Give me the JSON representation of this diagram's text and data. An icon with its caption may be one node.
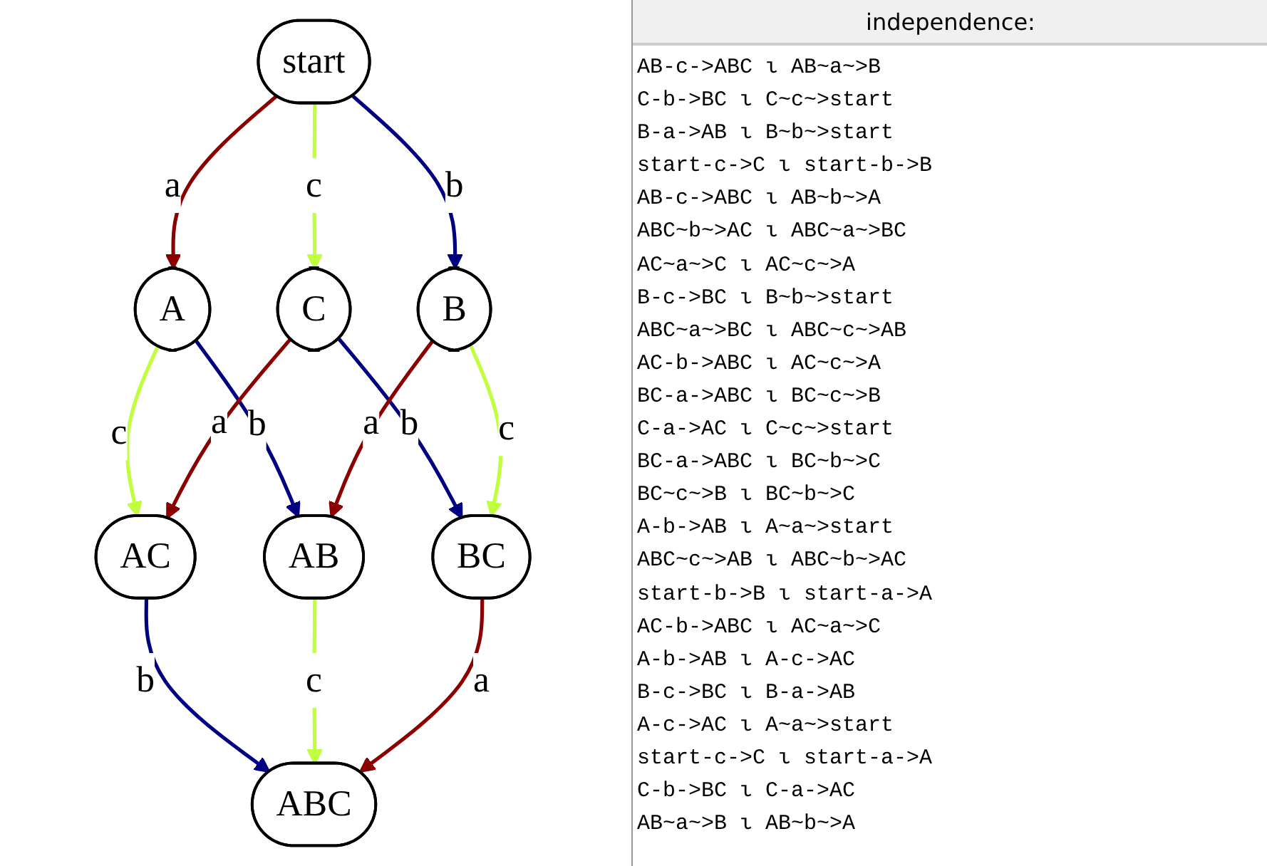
{
  "diagram": {
    "nodes": [
      {
        "text": [
          "start"
        ]
      },
      {
        "text": [
          "A"
        ]
      },
      {
        "text": [
          "C"
        ]
      },
      {
        "text": [
          "B"
        ]
      },
      {
        "text": [
          "AC"
        ]
      },
      {
        "text": [
          "AB"
        ]
      },
      {
        "text": [
          "BC"
        ]
      },
      {
        "text": [
          "ABC"
        ]
      }
    ],
    "edges": [
      {
        "from": 0,
        "to": 1,
        "arrow": "to",
        "label": "a",
        "color": "#8b0000"
      },
      {
        "from": 0,
        "to": 2,
        "arrow": "to",
        "label": "c",
        "color": "#c0ff3e"
      },
      {
        "from": 0,
        "to": 3,
        "arrow": "to",
        "label": "b",
        "color": "#000080"
      },
      {
        "from": 1,
        "to": 4,
        "arrow": "to",
        "label": "c",
        "color": "#c0ff3e"
      },
      {
        "from": 1,
        "to": 5,
        "arrow": "to",
        "label": "b",
        "color": "#000080"
      },
      {
        "from": 2,
        "to": 4,
        "arrow": "to",
        "label": "a",
        "color": "#8b0000"
      },
      {
        "from": 2,
        "to": 6,
        "arrow": "to",
        "label": "b",
        "color": "#000080"
      },
      {
        "from": 3,
        "to": 5,
        "arrow": "to",
        "label": "a",
        "color": "#8b0000"
      },
      {
        "from": 3,
        "to": 6,
        "arrow": "to",
        "label": "c",
        "color": "#c0ff3e"
      },
      {
        "from": 4,
        "to": 7,
        "arrow": "to",
        "label": "b",
        "color": "#000080"
      },
      {
        "from": 5,
        "to": 7,
        "arrow": "to",
        "label": "c",
        "color": "#c0ff3e"
      },
      {
        "from": 6,
        "to": 7,
        "arrow": "to",
        "label": "a",
        "color": "#8b0000"
      }
    ],
    "labels": [
      "independence:",
      "AB-c->ABC ι AB~a~>B",
      "C-b->BC ι C~c~>start",
      "B-a->AB ι B~b~>start",
      "start-c->C ι start-b->B",
      "AB-c->ABC ι AB~b~>A",
      "ABC~b~>AC ι ABC~a~>BC",
      "AC~a~>C ι AC~c~>A",
      "B-c->BC ι B~b~>start",
      "ABC~a~>BC ι ABC~c~>AB",
      "AC-b->ABC ι AC~c~>A",
      "BC-a->ABC ι BC~c~>B",
      "C-a->AC ι C~c~>start",
      "BC-a->ABC ι BC~b~>C",
      "BC~c~>B ι BC~b~>C",
      "A-b->AB ι A~a~>start",
      "ABC~c~>AB ι ABC~b~>AC",
      "start-b->B ι start-a->A",
      "AC-b->ABC ι AC~a~>C",
      "A-b->AB ι A-c->AC",
      "B-c->BC ι B-a->AB",
      "A-c->AC ι A~a~>start",
      "start-c->C ι start-a->A",
      "C-b->BC ι C-a->AC",
      "AB~a~>B ι AB~b~>A"
    ]
  }
}
